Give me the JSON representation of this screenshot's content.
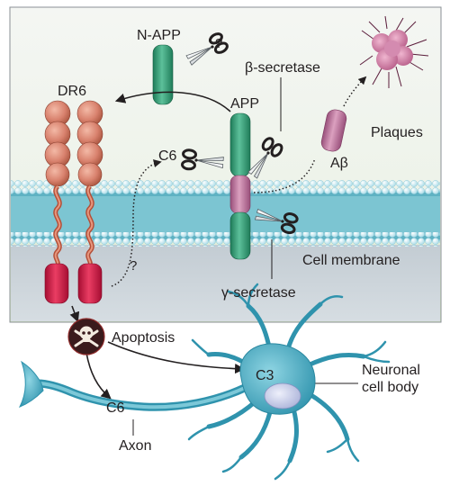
{
  "labels": {
    "n_app": "N-APP",
    "question_top": "?",
    "beta_secretase": "β-secretase",
    "dr6": "DR6",
    "app": "APP",
    "plaques": "Plaques",
    "c6_membrane": "C6",
    "abeta": "Aβ",
    "question_mid": "?",
    "cell_membrane": "Cell membrane",
    "gamma_secretase": "γ-secretase",
    "apoptosis": "Apoptosis",
    "c3": "C3",
    "neuronal_cell_body": "Neuronal\ncell body",
    "c6_axon": "C6",
    "axon": "Axon"
  },
  "colors": {
    "panel_top": "#f4f6f3",
    "panel_mid": "#dbe9cf",
    "membrane_head": "#d6eef5",
    "membrane_fill": "#7cc5d2",
    "cytoplasm": "#c7d0d6",
    "dr6_bead": "#d8816d",
    "dr6_tail": "#d7244c",
    "app_green": "#37a077",
    "app_pink": "#c67aa0",
    "neuron": "#4fb2c9",
    "nucleus": "#c9cfe9",
    "skull_bg": "#3a1b1c"
  },
  "icons": [
    "scissors-icon",
    "skull-crossbones-icon"
  ]
}
